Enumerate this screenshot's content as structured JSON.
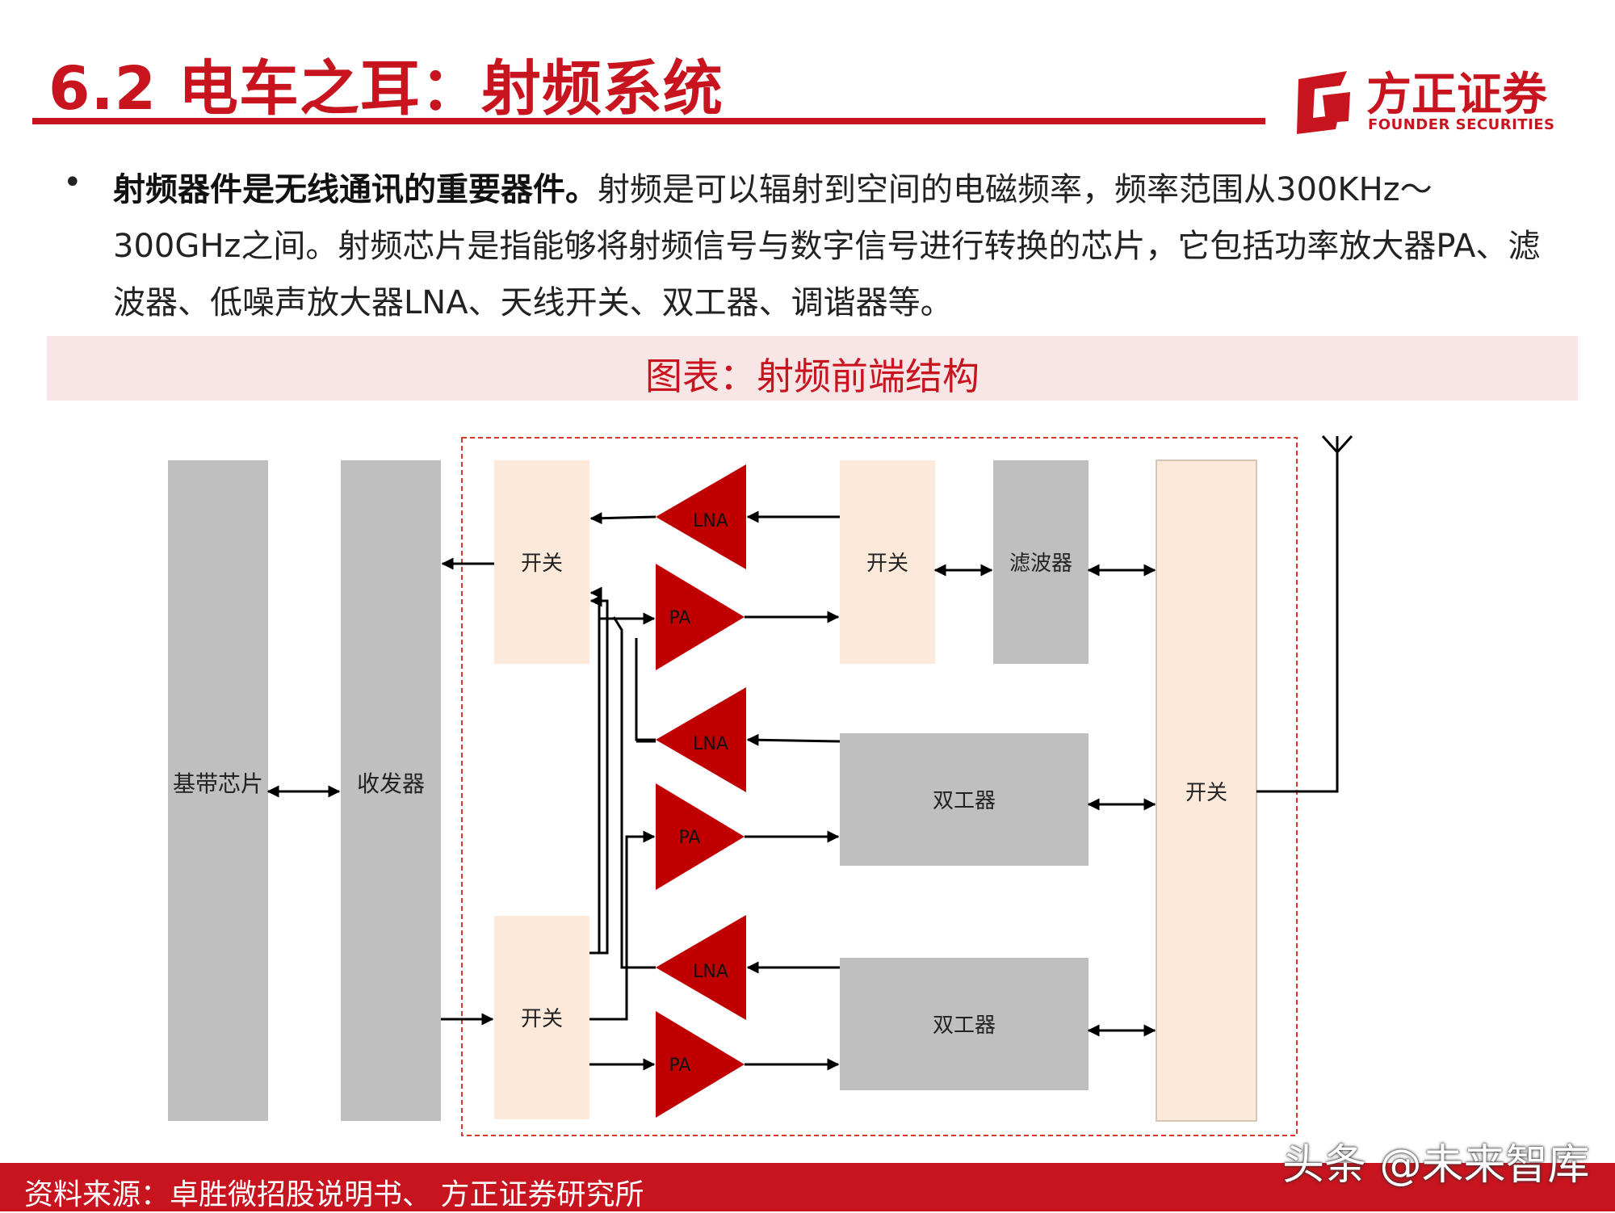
{
  "header": {
    "title": "6.2 电车之耳：射频系统"
  },
  "logo": {
    "cn": "方正证券",
    "en": "FOUNDER SECURITIES"
  },
  "body": {
    "bullet": "•",
    "bold": "射频器件是无线通讯的重要器件。",
    "text": "射频是可以辐射到空间的电磁频率，频率范围从300KHz～300GHz之间。射频芯片是指能够将射频信号与数字信号进行转换的芯片，它包括功率放大器PA、滤波器、低噪声放大器LNA、天线开关、双工器、调谐器等。"
  },
  "figure": {
    "caption": "图表：射频前端结构"
  },
  "diagram": {
    "baseband_label": "基带芯片",
    "transceiver_label": "收发器",
    "switch_label": "开关",
    "filter_label": "滤波器",
    "duplexer_label": "双工器",
    "lna_label": "LNA",
    "pa_label": "PA"
  },
  "footer": {
    "source": "资料来源：卓胜微招股说明书、 方正证券研究所",
    "watermark": "头条 @未来智库"
  },
  "colors": {
    "accent_red": "#c8141e",
    "amp_red": "#c00000",
    "switch_fill": "#fce9d9",
    "block_gray": "#bfbfbf",
    "caption_bg": "#f8e5e5"
  }
}
